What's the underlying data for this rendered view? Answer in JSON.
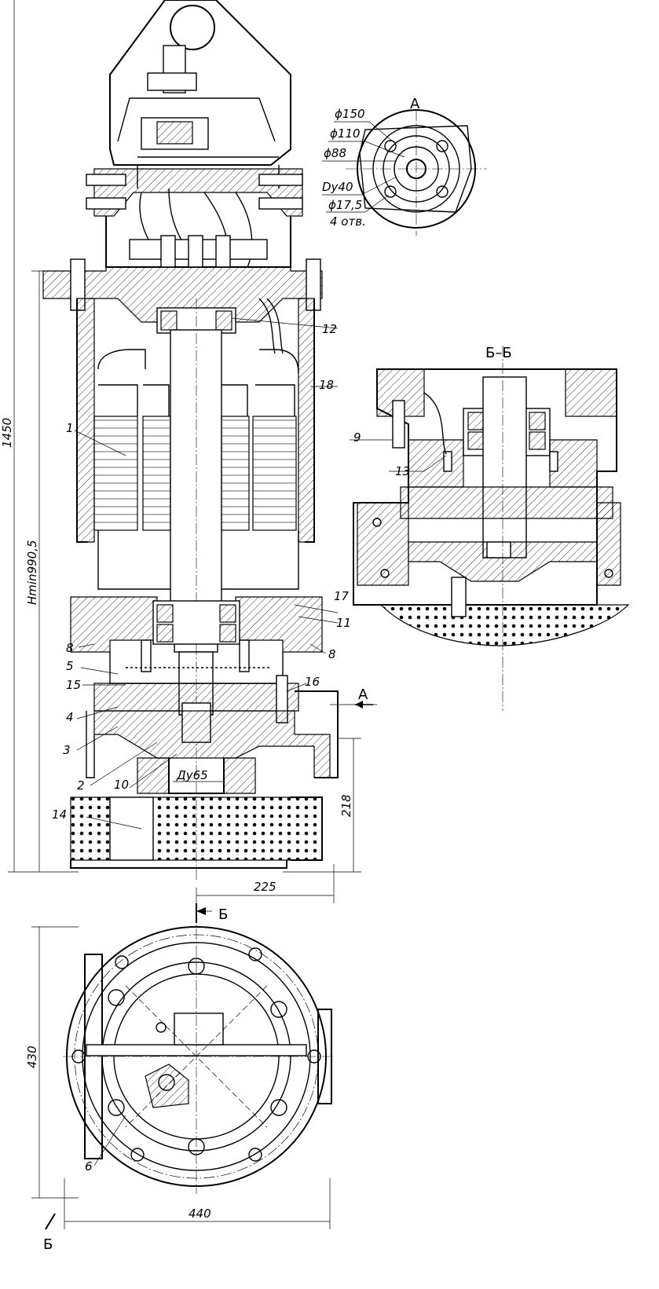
{
  "view_labels": {
    "view_a": "А",
    "section_bb": "Б–Б",
    "cut_mark_top": "Б",
    "cut_mark_bottom": "Б",
    "arrow_a": "А"
  },
  "dimensions": {
    "overall_height": "1450",
    "h_min": "Hmin990,5",
    "foot_height": "218",
    "offset_225": "225",
    "width_430": "430",
    "width_440": "440",
    "outlet": "Ду65"
  },
  "view_a_dims": {
    "d150": "ϕ150",
    "d110": "ϕ110",
    "d88": "ϕ88",
    "dy40": "Dу40",
    "d175": "ϕ17,5",
    "holes": "4 отв."
  },
  "part_numbers": [
    "1",
    "2",
    "3",
    "4",
    "5",
    "6",
    "8",
    "8",
    "9",
    "10",
    "11",
    "12",
    "13",
    "14",
    "15",
    "16",
    "17",
    "18"
  ]
}
